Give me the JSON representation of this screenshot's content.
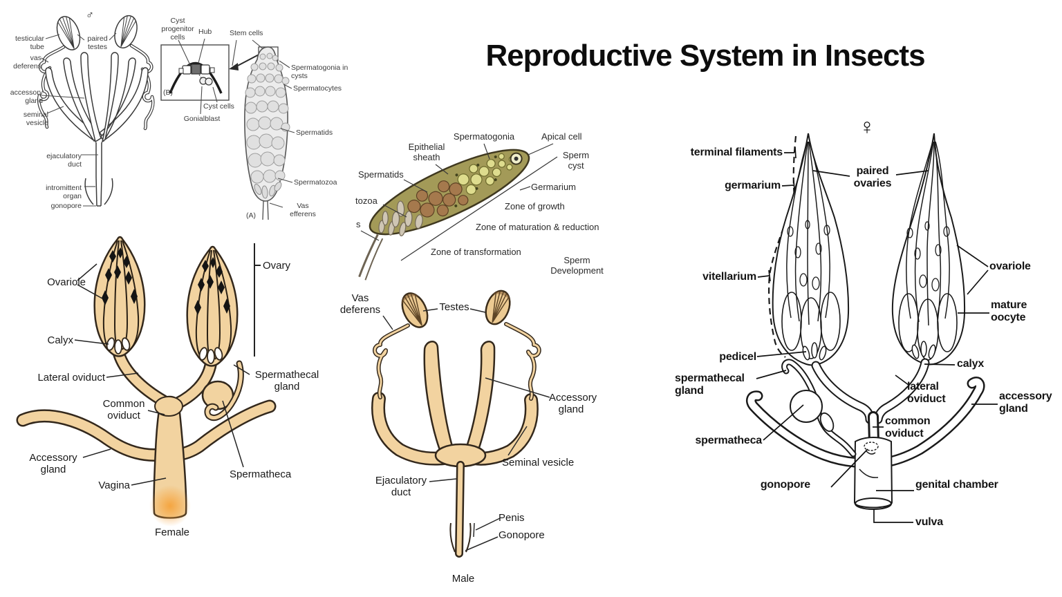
{
  "title": "Reproductive System in Insects",
  "colors": {
    "tan_fill": "#f2d3a0",
    "dark_outline": "#33281c",
    "olive_body": "#a39a58",
    "orange_glow": "#f5a33c",
    "bw_ink": "#3b3b3b",
    "bold_ink": "#141414"
  },
  "male_bw": {
    "symbol": "♂",
    "testicular_tube": "testicular tube",
    "paired_testes": "paired testes",
    "vas_deferens": "vas deferens",
    "accessory_gland": "accessory gland",
    "seminal_vesicle": "seminal vesicle",
    "ejaculatory_duct": "ejaculatory duct",
    "intromittent_organ": "intromittent organ",
    "gonopore": "gonopore"
  },
  "testis_follicle": {
    "cyst_progenitor_cells": "Cyst progenitor cells",
    "hub": "Hub",
    "stem_cells": "Stem cells",
    "panel_b": "(B)",
    "cyst_cells": "Cyst cells",
    "gonialblast": "Gonialblast",
    "spermatogonia_in_cysts": "Spermatogonia in cysts",
    "spermatocytes": "Spermatocytes",
    "spermatids": "Spermatids",
    "spermatozoa": "Spermatozoa",
    "vas_efferens": "Vas efferens",
    "panel_a": "(A)"
  },
  "sperm_dev": {
    "spermatogonia": "Spermatogonia",
    "epithelial_sheath": "Epithelial sheath",
    "apical_cell": "Apical cell",
    "sperm_cyst": "Sperm cyst",
    "spermatids": "Spermatids",
    "germarium": "Germarium",
    "zone_of_growth": "Zone of growth",
    "zone_of_maturation": "Zone of maturation & reduction",
    "spermatozoa_cut": "tozoa",
    "s_cut": "s",
    "zone_of_transformation": "Zone of transformation",
    "sperm_development": "Sperm Development"
  },
  "female_colored": {
    "ovariole": "Ovariole",
    "calyx": "Calyx",
    "lateral_oviduct": "Lateral oviduct",
    "common_oviduct": "Common oviduct",
    "accessory_gland": "Accessory gland",
    "vagina": "Vagina",
    "ovary": "Ovary",
    "spermathecal_gland": "Spermathecal gland",
    "spermatheca": "Spermatheca",
    "caption": "Female"
  },
  "male_colored": {
    "vas_deferens": "Vas deferens",
    "testes": "Testes",
    "accessory_gland": "Accessory gland",
    "seminal_vesicle": "Seminal vesicle",
    "ejaculatory_duct": "Ejaculatory duct",
    "penis": "Penis",
    "gonopore": "Gonopore",
    "caption": "Male"
  },
  "female_bw": {
    "symbol": "♀",
    "terminal_filaments": "terminal filaments",
    "germarium": "germarium",
    "paired_ovaries": "paired ovaries",
    "vitellarium": "vitellarium",
    "ovariole": "ovariole",
    "mature_oocyte": "mature oocyte",
    "pedicel": "pedicel",
    "calyx": "calyx",
    "spermathecal_gland": "spermathecal gland",
    "lateral_oviduct": "lateral oviduct",
    "accessory_gland": "accessory gland",
    "common_oviduct": "common oviduct",
    "spermatheca": "spermatheca",
    "gonopore": "gonopore",
    "genital_chamber": "genital chamber",
    "vulva": "vulva"
  }
}
